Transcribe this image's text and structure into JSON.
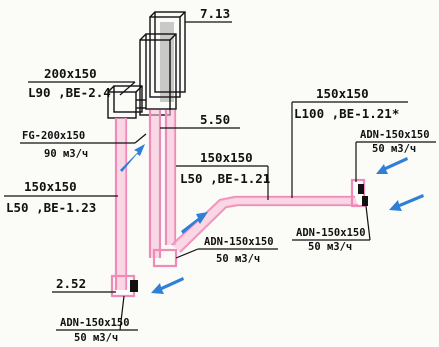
{
  "elevations": {
    "top": "7.13",
    "mid": "5.50",
    "bottom": "2.52"
  },
  "labels": {
    "duct_200x150_size": "200x150",
    "duct_200x150_spec": "L90 ,BE-2.4",
    "grille_fg_name": "FG-200x150",
    "grille_fg_flow": "90 м3/ч",
    "duct_150x150_left_size": "150x150",
    "duct_150x150_left_spec": "L50 ,BE-1.23",
    "duct_150x150_mid_size": "150x150",
    "duct_150x150_mid_spec": "L50 ,BE-1.21",
    "duct_150x150_right_size": "150x150",
    "duct_150x150_right_spec": "L100 ,BE-1.21*",
    "adn_right_top_name": "ADN-150x150",
    "adn_right_top_flow": "50 м3/ч",
    "adn_right_bottom_name": "ADN-150x150",
    "adn_right_bottom_flow": "50 м3/ч",
    "adn_center_name": "ADN-150x150",
    "adn_center_flow": "50 м3/ч",
    "adn_bottom_name": "ADN-150x150",
    "adn_bottom_flow": "50 м3/ч"
  },
  "colors": {
    "duct_outline": "#111111",
    "airflow_highlight": "#f08ab8",
    "air_arrow": "#2f7fd6"
  }
}
